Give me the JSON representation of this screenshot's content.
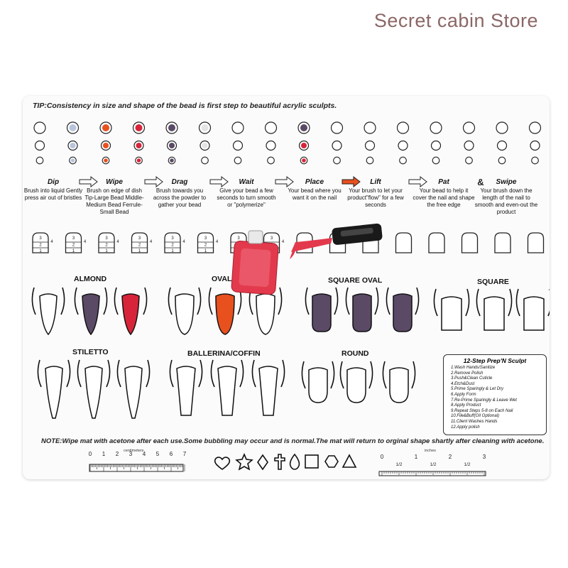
{
  "store": {
    "name": "Secret cabin Store"
  },
  "mat": {
    "tip": "TIP:Consistency in size and shape of the bead is first step to beautiful acrylic sculpts.",
    "note": "NOTE:Wipe mat with acetone after each use.Some bubbling may occur and is normal.The mat will return to orginal shape shartly after cleaning with acetone.",
    "steps": [
      {
        "title": "Dip",
        "desc": "Brush into liquid Gently press air out of bristles"
      },
      {
        "title": "Wipe",
        "desc": "Brush on edge of dish Tip-Large Bead Middle-Medium Bead Ferrule-Small Bead"
      },
      {
        "title": "Drag",
        "desc": "Brush towards you across the powder to gather your bead"
      },
      {
        "title": "Wait",
        "desc": "Give your bead a few seconds to turn smooth or \"polymerize\""
      },
      {
        "title": "Place",
        "desc": "Your bead where you want it on the nail"
      },
      {
        "title": "Lift",
        "desc": "Your brush to let your product\"flow\" for a few seconds"
      },
      {
        "title": "Pat",
        "desc": "Your bead to help it cover the nail and shape the free edge"
      },
      {
        "title": "Swipe",
        "desc": "Your brush down the length of the nail to smooth and even-out the product"
      }
    ],
    "ampersand": "&",
    "shapes": {
      "almond": "ALMOND",
      "oval": "OVAL",
      "square_oval": "SQUARE OVAL",
      "square": "SQUARE",
      "stiletto": "STILETTO",
      "ballerina": "BALLERINA/COFFIN",
      "round": "ROUND"
    },
    "zone_guide": {
      "n1": "1",
      "n2": "2",
      "n3": "3",
      "n4": "4"
    },
    "prep": {
      "title": "12-Step Prep'N Sculpt",
      "steps": [
        "1.Wash Hands/Sanitize",
        "2.Remove Polish",
        "3.Push&Clean Cuticle",
        "4.Etch&Dust",
        "5.Prime Sparingly & Let Dry",
        "6.Apply Form",
        "7.Re-Prime Sparingly & Leave Wet",
        "8.Apply Product",
        "9.Repeat Steps 5-8 on Each Nail",
        "10.File&Buff(Oil Optional)",
        "11.Client Washes Hands",
        "12.Apply polish"
      ]
    },
    "ruler_cm": {
      "label": "centimeters",
      "numbers": [
        "0",
        "1",
        "2",
        "3",
        "4",
        "5",
        "6",
        "7"
      ]
    },
    "ruler_in": {
      "label": "inches",
      "numbers": [
        "0",
        "1",
        "2",
        "3"
      ],
      "halves": [
        "1/2",
        "1/2",
        "1/2"
      ]
    },
    "bottom_icons": [
      "heart-icon",
      "star-icon",
      "diamond-icon",
      "cross-icon",
      "drop-icon",
      "square-icon",
      "hexagon-icon",
      "triangle-icon"
    ],
    "colors": {
      "red": "#d8243a",
      "orange": "#e8501e",
      "purple": "#5a4a66",
      "polish": "#e23a4c"
    }
  }
}
